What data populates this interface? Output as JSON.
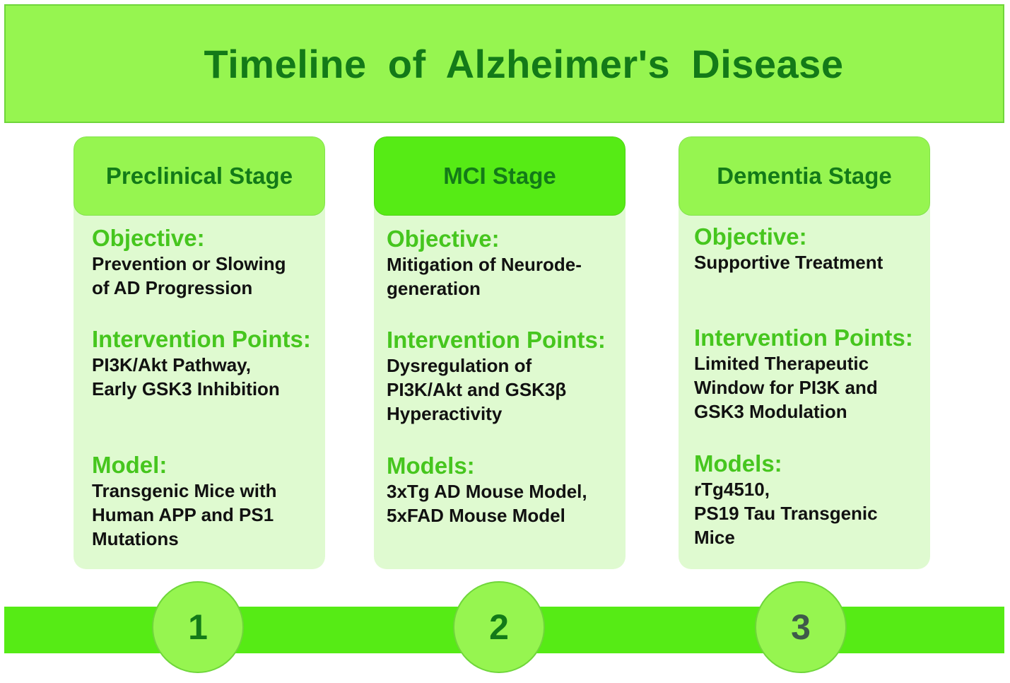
{
  "title": "Timeline  of  Alzheimer's  Disease",
  "colors": {
    "banner": "#96f550",
    "title_text": "#137a18",
    "card_bg": "#dffad0",
    "header_light": "#96f550",
    "header_strong": "#56eb15",
    "section_heading": "#46c61e",
    "timeline_bar": "#56eb15"
  },
  "stages": [
    {
      "name": "Preclinical Stage",
      "sections": [
        {
          "heading": "Objective:",
          "lines": [
            "Prevention or Slowing",
            "of AD Progression"
          ]
        },
        {
          "heading": "Intervention Points:",
          "lines": [
            "PI3K/Akt Pathway,",
            "Early GSK3 Inhibition"
          ]
        },
        {
          "heading": "Model:",
          "lines": [
            "Transgenic Mice with",
            "Human APP and PS1",
            "Mutations"
          ]
        }
      ],
      "number": "1"
    },
    {
      "name": "MCI Stage",
      "sections": [
        {
          "heading": "Objective:",
          "lines": [
            "Mitigation of Neurode-",
            "generation"
          ]
        },
        {
          "heading": "Intervention Points:",
          "lines": [
            "Dysregulation of",
            "PI3K/Akt and GSK3β",
            "Hyperactivity"
          ]
        },
        {
          "heading": "Models:",
          "lines": [
            "3xTg AD Mouse Model,",
            "5xFAD Mouse Model"
          ]
        }
      ],
      "number": "2"
    },
    {
      "name": "Dementia Stage",
      "sections": [
        {
          "heading": "Objective:",
          "lines": [
            "Supportive Treatment"
          ]
        },
        {
          "heading": "Intervention Points:",
          "lines": [
            "Limited Therapeutic",
            "Window for PI3K and",
            "GSK3 Modulation"
          ]
        },
        {
          "heading": "Models:",
          "lines": [
            "rTg4510,",
            "PS19 Tau Transgenic",
            "Mice"
          ]
        }
      ],
      "number": "3"
    }
  ]
}
